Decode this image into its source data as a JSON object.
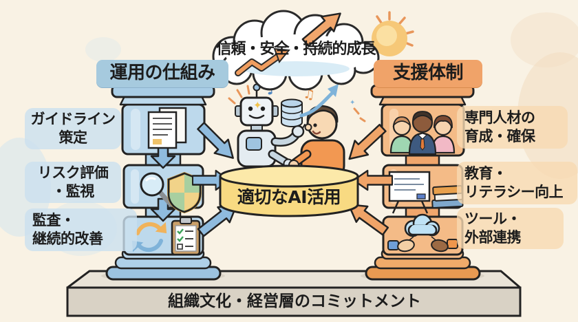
{
  "cloud": {
    "label": "信頼・安全・持続的成長"
  },
  "left_pillar": {
    "header": "運用の仕組み",
    "labels": [
      "ガイドライン\n策定",
      "リスク評価\n・監視",
      "監査・\n継続的改善"
    ],
    "segment_icons": [
      "document-icon",
      "magnifier-shield-icon",
      "refresh-checklist-icon"
    ],
    "accent": "#a6cade"
  },
  "right_pillar": {
    "header": "支援体制",
    "labels": [
      "専門人材の\n育成・確保",
      "教育・\nリテラシー向上",
      "ツール・\n外部連携"
    ],
    "segment_icons": [
      "people-icon",
      "whiteboard-books-icon",
      "cloud-handshake-icon"
    ],
    "accent": "#f0a369"
  },
  "center": {
    "label": "適切なAI活用",
    "platform_color": "#f8da82"
  },
  "foundation": {
    "label": "組織文化・経営層のコミットメント"
  },
  "decorations": {
    "note1": "♪",
    "note2": "♫",
    "sparkle1": "✦",
    "sparkle2": "✦"
  },
  "colors": {
    "background": "#f9f2e4",
    "blue_arrow": "#8fbbde",
    "orange_arrow": "#f0a468"
  }
}
